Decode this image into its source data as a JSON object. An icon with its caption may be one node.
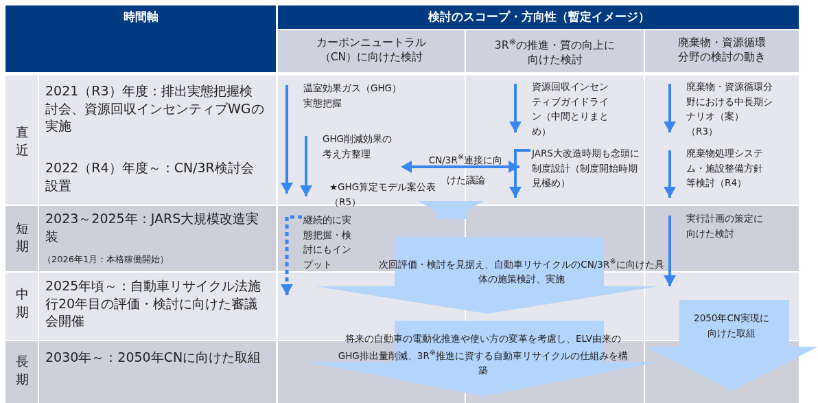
{
  "diagram": {
    "nodes": [
      {
        "text": [
          "温室効果ガス（GHG）実態把握"
        ]
      },
      {
        "text": [
          "GHG削減効果の考え方整理"
        ]
      },
      {
        "text": [
          "★GHG算定モデル案公表（R5）"
        ]
      },
      {
        "text": [
          "継続的に実態把握・検討にもインプット"
        ]
      },
      {
        "text": [
          "資源回収インセンティブガイドライン（中間とりまとめ）"
        ]
      },
      {
        "text": [
          "JARS大改造時期も念頭に制度設計（制度開始時期見極め）"
        ]
      },
      {
        "text": [
          "廃棄物・資源循環分野における中長期シナリオ（案）（R3）"
        ]
      },
      {
        "text": [
          "廃棄物処理システム・施設整備方針等検討（R4）"
        ]
      },
      {
        "text": [
          "実行計画の策定に向けた検討"
        ]
      },
      {
        "text": [
          "次回評価・検討を見据え、自動車リサイクルのCN/3R$^{※}$に向けた具体の施策検討、実施"
        ]
      },
      {
        "text": [
          "将来の自動車の電動化推進や使い方の変革を考慮し、ELV由来のGHG排出量削減、3R$^{※}$推進に資する自動車リサイクルの仕組みを構築"
        ]
      },
      {
        "text": [
          "2050年CN実現に向けた取組"
        ]
      }
    ],
    "edges": [
      {
        "from": 0,
        "to": 3,
        "arrow": "to"
      },
      {
        "from": 3,
        "to": null,
        "arrow": "to",
        "style": "dashed"
      },
      {
        "from": 1,
        "to": 2,
        "arrow": "to"
      },
      {
        "from": 1,
        "to": 5,
        "arrow": "both",
        "label": "CN/3R$^{※}$連接に向けた議論"
      },
      {
        "from": 4,
        "to": 5,
        "arrow": "to"
      },
      {
        "from": 5,
        "to": null,
        "arrow": "to"
      },
      {
        "from": 6,
        "to": 7,
        "arrow": "to"
      },
      {
        "from": 7,
        "to": 8,
        "arrow": "to"
      },
      {
        "from": 8,
        "to": 11,
        "arrow": "to"
      },
      {
        "from": 2,
        "to": 9,
        "arrow": "to",
        "style": "thick",
        "color": "#b3d4fb"
      }
    ],
    "labels": [
      "時間軸",
      "検討のスコープ・方向性（暫定イメージ）",
      "カーボンニュートラル（CN）に向けた検討",
      "3R$^{※}$の推進・質の向上に向けた検討",
      "廃棄物・資源循環分野の検討の動き",
      "直近",
      "2021（R3）年度：排出実態把握検討会、資源回収インセンティブWGの実施",
      "2022（R4）年度～：CN/3R検討会設置",
      "短期",
      "2023～2025年：JARS大規模改造実装",
      "（2026年1月：本格稼働開始）",
      "中期",
      "2025年頃～：自動車リサイクル法施行20年目の評価・検討に向けた審議会開催",
      "長期",
      "2030年～：2050年CNに向けた取組"
    ]
  }
}
